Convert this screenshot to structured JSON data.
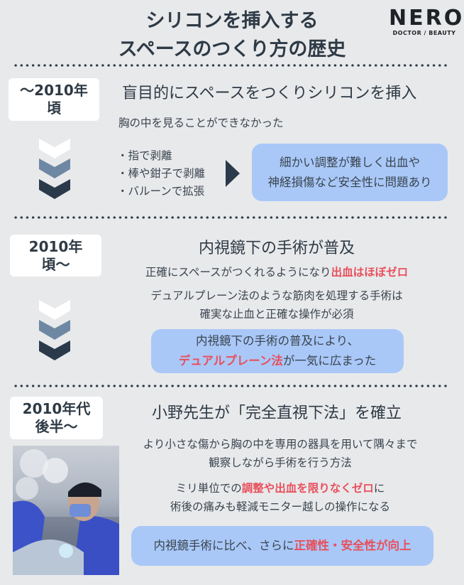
{
  "title": {
    "line1": "シリコンを挿入する",
    "line2": "スペースのつくり方の歴史"
  },
  "logo": {
    "name": "NERO",
    "tagline": "DOCTOR / BEAUTY"
  },
  "colors": {
    "background": "#e8e9eb",
    "text": "#2e3a45",
    "highlight_box": "#a9c8f8",
    "accent_red": "#e8505b"
  },
  "sections": [
    {
      "date": {
        "line1": "〜2010年",
        "line2": "頃"
      },
      "heading": "盲目的にスペースをつくりシリコンを挿入",
      "subtext": "胸の中を見ることができなかった",
      "bullets": [
        "・指で剥離",
        "・棒や鉗子で剥離",
        "・バルーンで拡張"
      ],
      "box": {
        "line1": "細かい調整が難しく出血や",
        "line2": "神経損傷など安全性に問題あり"
      }
    },
    {
      "date": {
        "line1": "2010年",
        "line2": "頃〜"
      },
      "heading": "内視鏡下の手術が普及",
      "line1_plain": "正確にスペースがつくれるようになり",
      "line1_red": "出血はほぼゼロ",
      "line2": "デュアルプレーン法のような筋肉を処理する手術は",
      "line3": "確実な止血と正確な操作が必須",
      "box": {
        "line1": "内視鏡下の手術の普及により、",
        "line2_red": "デュアルプレーン法",
        "line2_plain": "が一気に広まった"
      }
    },
    {
      "date": {
        "line1": "2010年代",
        "line2": "後半〜"
      },
      "heading": "小野先生が「完全直視下法」を確立",
      "line1": "より小さな傷から胸の中を専用の器具を用いて隅々まで",
      "line2": "観察しながら手術を行う方法",
      "line3_plain": "ミリ単位での",
      "line3_red": "調整や出血を限りなくゼロ",
      "line3_end": "に",
      "line4": "術後の痛みも軽減モニター越しの操作になる",
      "box": {
        "plain": "内視鏡手術に比べ、さらに",
        "red": "正確性・安全性が向上"
      }
    }
  ]
}
